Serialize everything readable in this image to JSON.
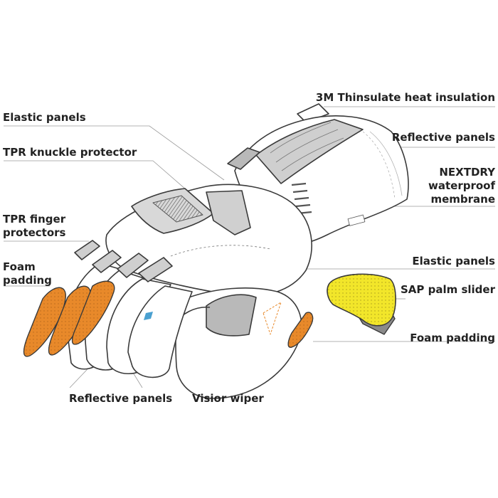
{
  "labels": {
    "thinsulate": "3M Thinsulate heat insulation",
    "elastic_top": "Elastic panels",
    "reflective_top": "Reflective panels",
    "tpr_knuckle": "TPR knuckle protector",
    "nextdry_1": "NEXTDRY",
    "nextdry_2": "waterproof",
    "nextdry_3": "membrane",
    "tpr_finger_1": "TPR finger",
    "tpr_finger_2": "protectors",
    "foam_left_1": "Foam",
    "foam_left_2": "padding",
    "elastic_right": "Elastic panels",
    "sap_palm": "SAP palm slider",
    "foam_right": "Foam padding",
    "reflective_bottom": "Reflective panels",
    "visior_wiper": "Visior wiper"
  },
  "colors": {
    "outline": "#3a3a3a",
    "leader": "#9a9a9a",
    "foam": "#e8892a",
    "sap": "#f2e62a",
    "panel_grey": "#b9b9b9",
    "dark_grey": "#6d6d6d"
  }
}
